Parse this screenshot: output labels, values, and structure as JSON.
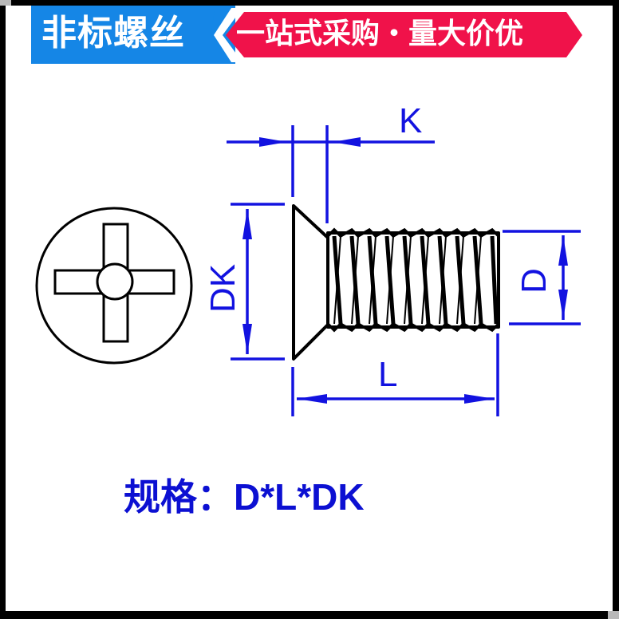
{
  "banner": {
    "left_title": "非标螺丝",
    "right_slogan": "一站式采购・量大价优",
    "colors": {
      "left_bg": "#1586e6",
      "right_bg": "#f0124a",
      "text": "#ffffff"
    }
  },
  "diagram": {
    "type": "countersunk-phillips-screw-dimension-drawing",
    "head_view": "phillips-cross-recess",
    "dimension_labels": {
      "k": "K",
      "dk": "DK",
      "d": "D",
      "l": "L"
    },
    "colors": {
      "outline": "#000000",
      "dimension": "#1212e0"
    }
  },
  "caption": {
    "text": "规格：D*L*DK",
    "color": "#0c10d2"
  }
}
